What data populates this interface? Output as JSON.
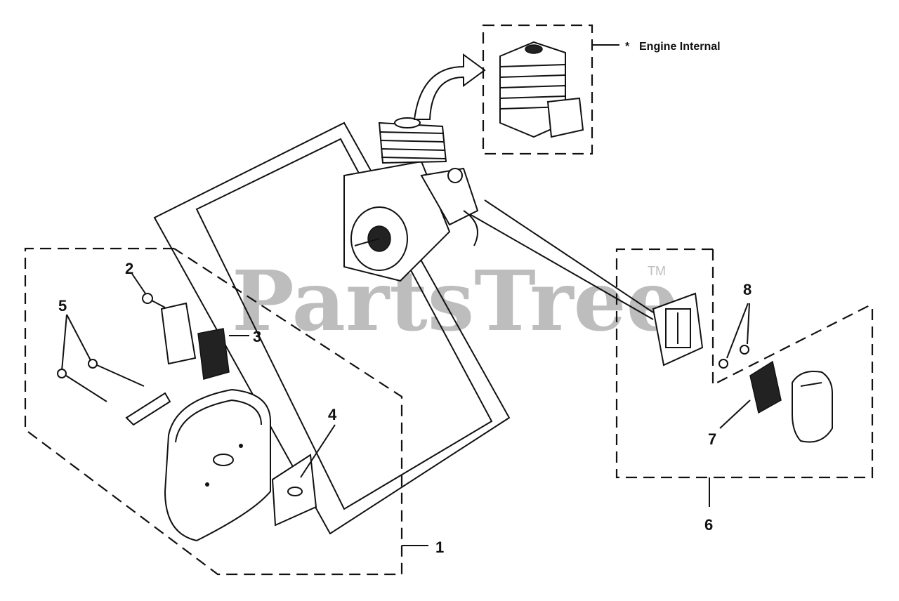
{
  "watermark": {
    "text": "PartsTree",
    "tm": "TM"
  },
  "callout": {
    "star": "*",
    "text": "Engine Internal"
  },
  "labels": {
    "l1": "1",
    "l2": "2",
    "l3": "3",
    "l4": "4",
    "l5": "5",
    "l6": "6",
    "l7": "7",
    "l8": "8"
  }
}
